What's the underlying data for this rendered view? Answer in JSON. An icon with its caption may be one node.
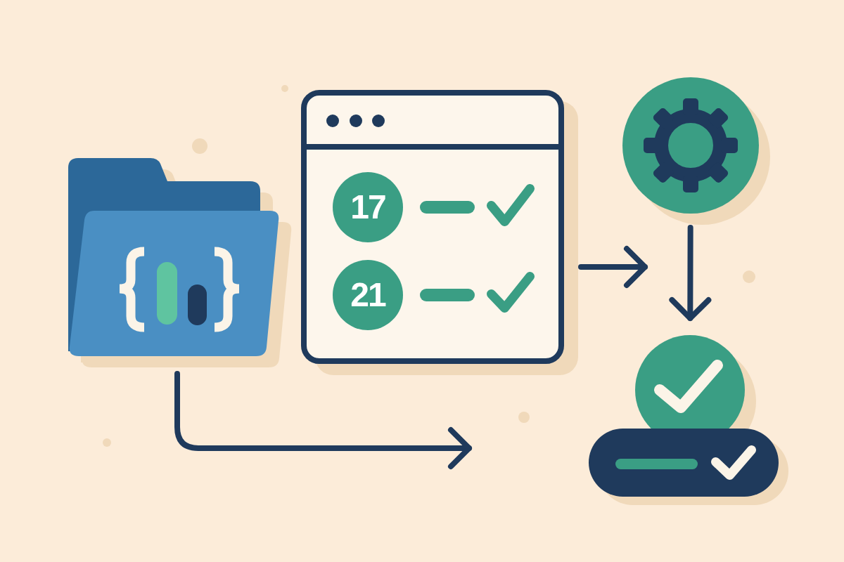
{
  "diagram": {
    "nodes": [
      {
        "text": [],
        "shape": "picture"
      },
      {
        "text": [],
        "shape": "box"
      },
      {
        "text": [
          "17"
        ],
        "in": 1
      },
      {
        "text": [
          "21"
        ],
        "in": 1
      },
      {
        "text": [],
        "shape": "circle"
      },
      {
        "text": [],
        "shape": "circle"
      },
      {
        "text": [],
        "shape": "bar"
      }
    ],
    "edges": [
      {
        "from": 0,
        "to": null,
        "arrow": "to"
      },
      {
        "from": 1,
        "to": null,
        "arrow": "to"
      },
      {
        "from": 4,
        "to": 5,
        "arrow": "to"
      }
    ]
  }
}
